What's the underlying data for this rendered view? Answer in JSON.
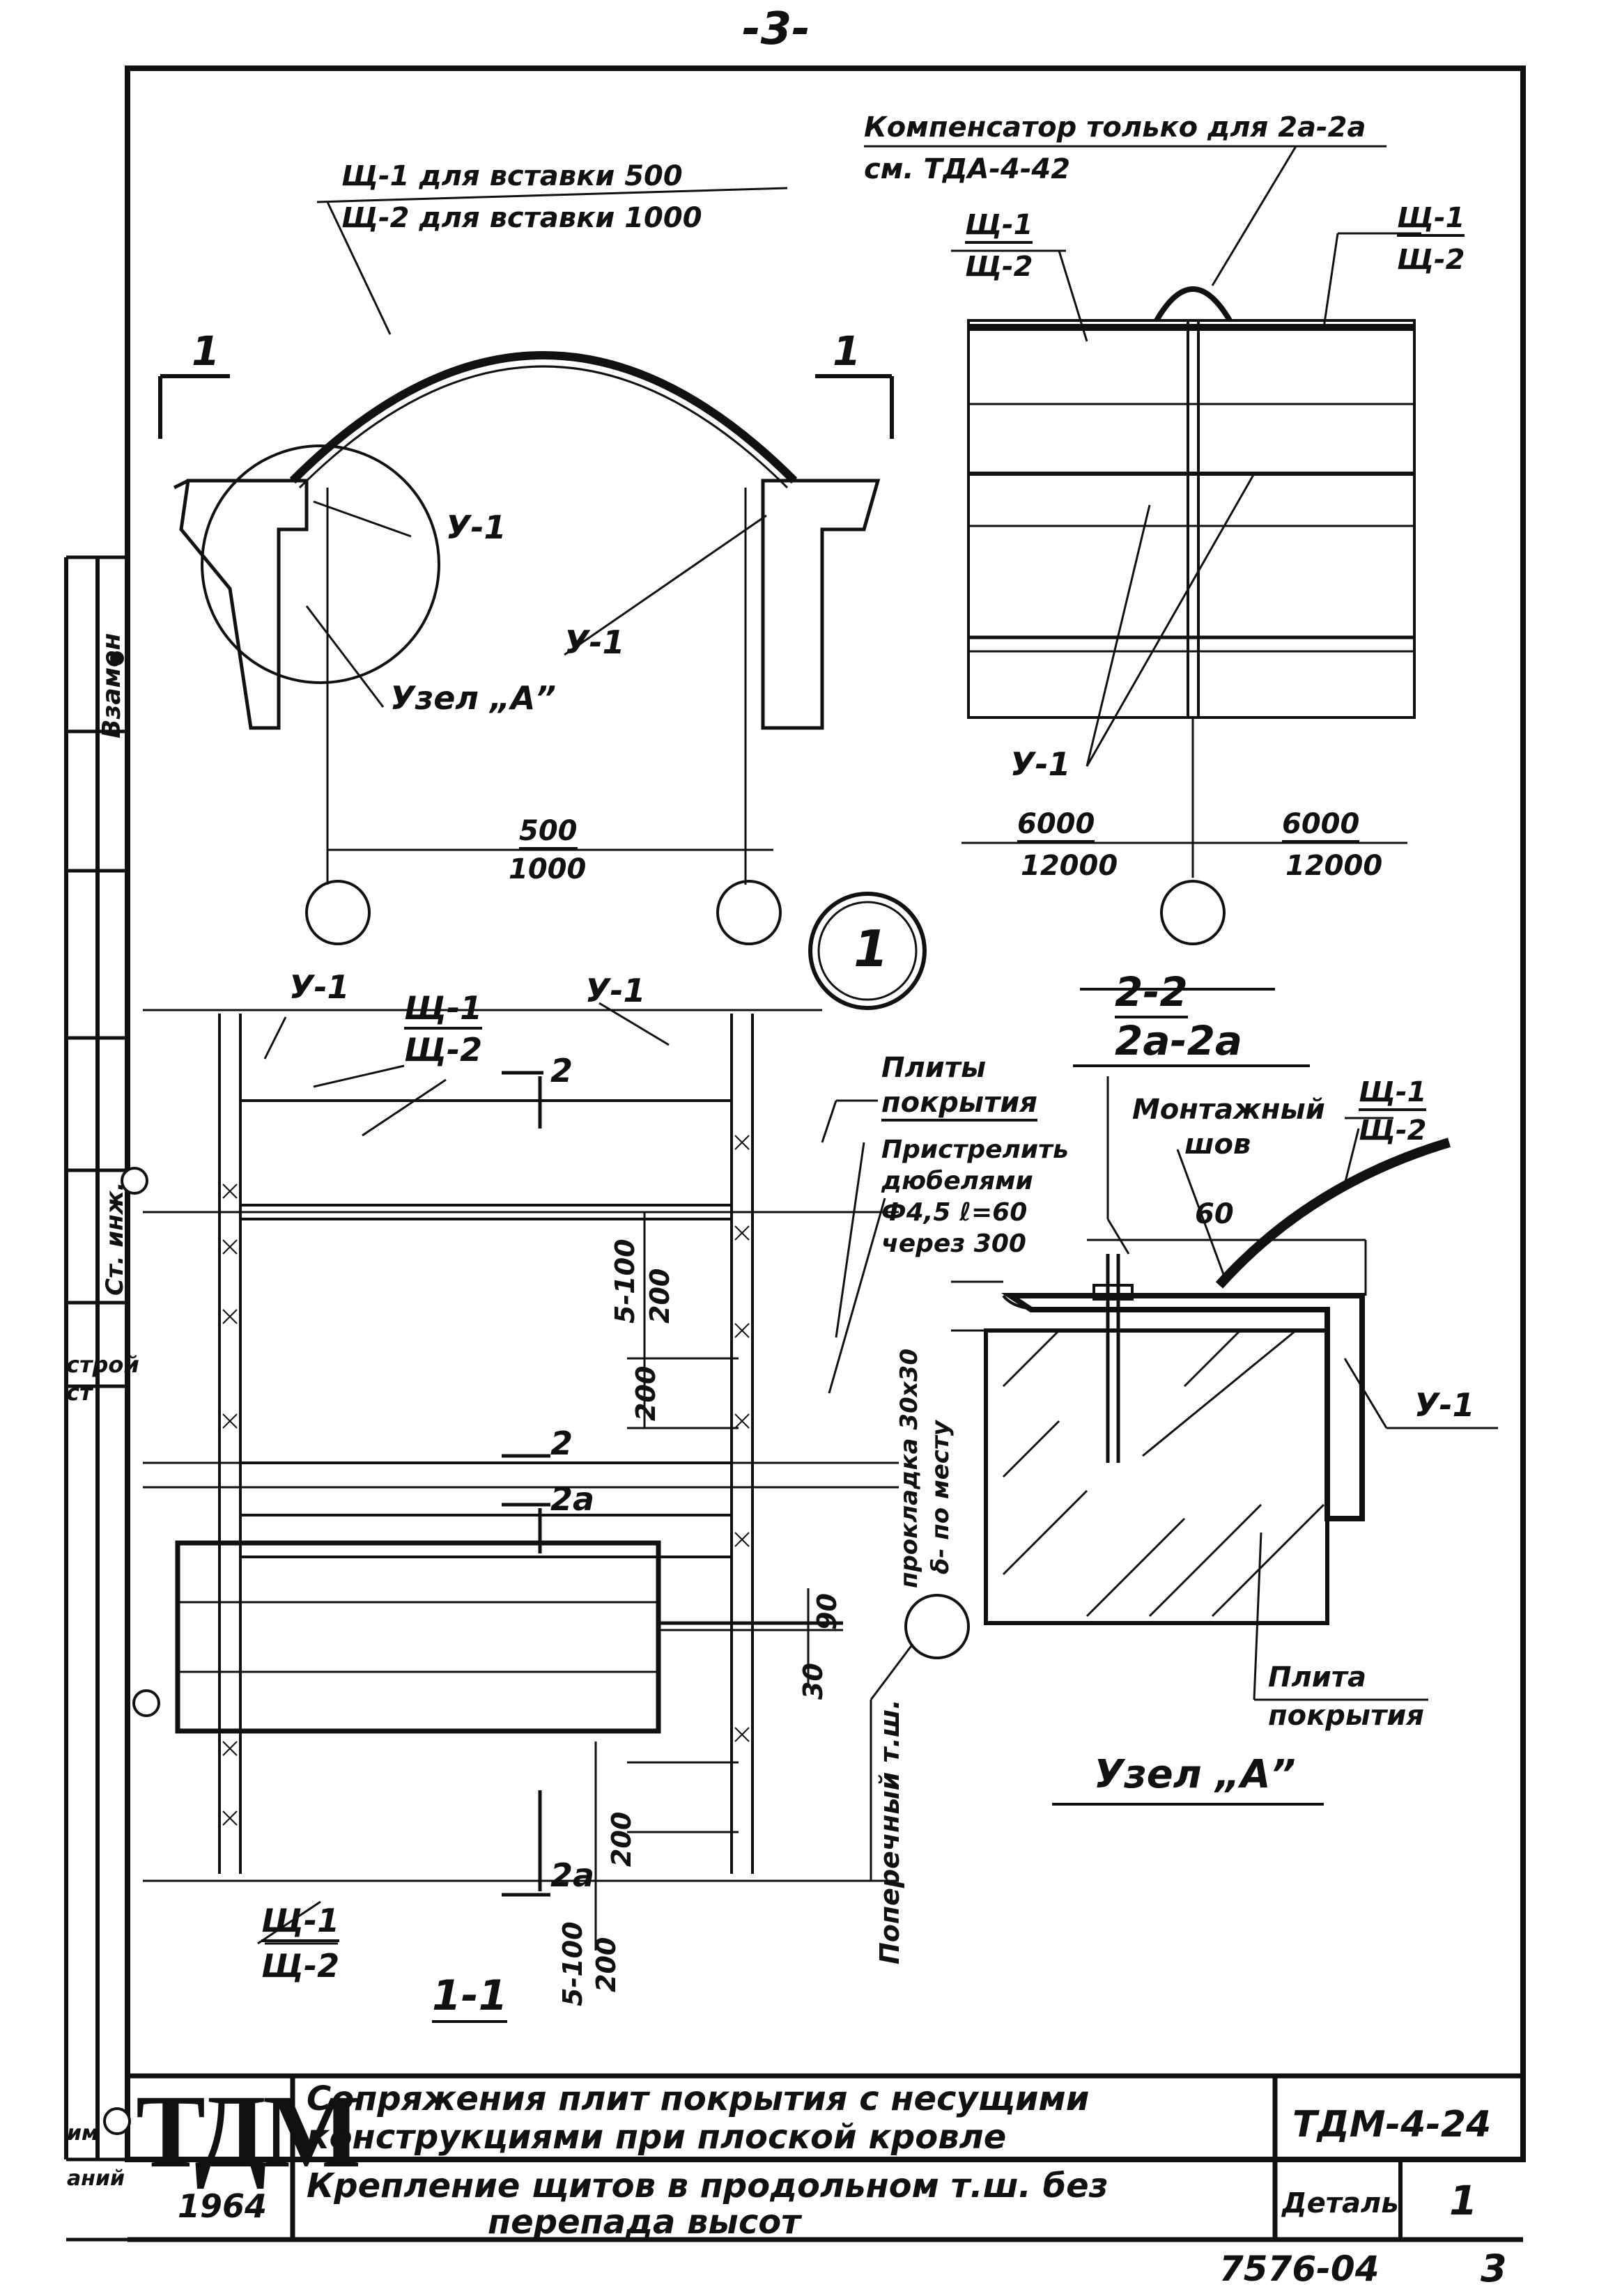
{
  "page_number": "-3-",
  "compensator_note": {
    "line1": "Компенсатор только для 2а-2а",
    "line2": "см. ТДА-4-42"
  },
  "arch_labels": {
    "line1": "Щ-1 для вставки 500",
    "line2": "Щ-2 для вставки 1000"
  },
  "shield_label": {
    "top": "Щ-1",
    "bottom": "Щ-2"
  },
  "u1": "У-1",
  "uzel_a": "Узел „А”",
  "section_1_mark": "1",
  "dim_500": "500",
  "dim_1000": "1000",
  "dim_6000": "6000",
  "dim_12000": "12000",
  "circle_label_1": "1",
  "section_2_2": "2-2",
  "section_2a_2a": "2а-2а",
  "plity_pokrytiya": {
    "line1": "Плиты",
    "line2": "покрытия"
  },
  "montazh_shov": {
    "line1": "Монтажный",
    "line2": "шов"
  },
  "pristrelit": {
    "line1": "Пристрелить",
    "line2": "дюбелями",
    "line3": "Ф4,5 ℓ=60",
    "line4": "через 300"
  },
  "dim_60": "60",
  "prokladka": {
    "line1": "прокладка 30х30",
    "line2": "δ- по месту"
  },
  "plita_pokrytiya": {
    "line1": "Плита",
    "line2": "покрытия"
  },
  "uzel_a_caption": "Узел „А”",
  "poperechny_tsh": "Поперечный т.ш.",
  "mark_2": "2",
  "mark_2a": "2а",
  "dim_5_100": "5-100",
  "dim_200": "200",
  "dim_90": "90",
  "dim_30": "30",
  "section_1_1": "1-1",
  "side_stamp": {
    "s1": "Взамен",
    "s2": "Ст. инж.",
    "s3": "строй",
    "s4": "ст"
  },
  "title_block": {
    "logo": "ТДМ",
    "year": "1964",
    "title_line1": "Сопряжения плит покрытия с несущими",
    "title_line2": "конструкциями при плоской кровле",
    "subtitle_line1": "Крепление щитов в продольном т.ш. без",
    "subtitle_line2": "перепада высот",
    "code": "ТДМ-4-24",
    "detail_label": "Деталь",
    "detail_value": "1",
    "left_stub1": "им",
    "left_stub2": "аний"
  },
  "footer_number": "7576-04",
  "footer_sheet": "3"
}
